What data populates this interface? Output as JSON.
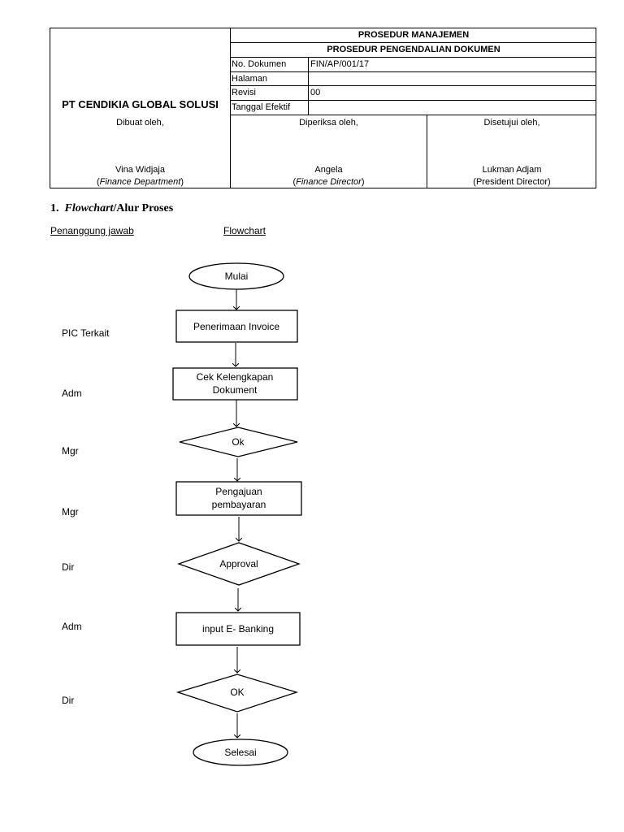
{
  "header": {
    "company": "PT CENDIKIA GLOBAL SOLUSI",
    "title": "PROSEDUR MANAJEMEN",
    "subtitle": "PROSEDUR PENGENDALIAN DOKUMEN",
    "fields": [
      {
        "label": "No. Dokumen",
        "value": "FIN/AP/001/17"
      },
      {
        "label": "Halaman",
        "value": ""
      },
      {
        "label": "Revisi",
        "value": "00"
      },
      {
        "label": "Tanggal Efektif",
        "value": ""
      }
    ],
    "signatures": [
      {
        "caption": "Dibuat oleh,",
        "name": "Vina Widjaja",
        "role": "Finance Department"
      },
      {
        "caption": "Diperiksa oleh,",
        "name": "Angela",
        "role": "Finance Director"
      },
      {
        "caption": "Disetujui oleh,",
        "name": "Lukman Adjam",
        "role": "President Director"
      }
    ]
  },
  "section": {
    "number": "1.",
    "title_italic": "Flowchart",
    "title_rest": "/Alur Proses"
  },
  "columns": {
    "responsible": "Penanggung jawab",
    "flowchart": "Flowchart"
  },
  "roles": [
    "PIC Terkait",
    "Adm",
    "Mgr",
    "Mgr",
    "Dir",
    "Adm",
    "Dir"
  ],
  "flow": {
    "start": "Mulai",
    "steps": [
      {
        "type": "process",
        "lines": [
          "Penerimaan Invoice"
        ]
      },
      {
        "type": "process",
        "lines": [
          "Cek Kelengkapan",
          "Dokument"
        ]
      },
      {
        "type": "decision",
        "lines": [
          "Ok"
        ]
      },
      {
        "type": "process",
        "lines": [
          "Pengajuan",
          "pembayaran"
        ]
      },
      {
        "type": "decision",
        "lines": [
          "Approval"
        ]
      },
      {
        "type": "process",
        "lines": [
          "input E- Banking"
        ]
      },
      {
        "type": "decision",
        "lines": [
          "OK"
        ]
      }
    ],
    "end": "Selesai"
  }
}
